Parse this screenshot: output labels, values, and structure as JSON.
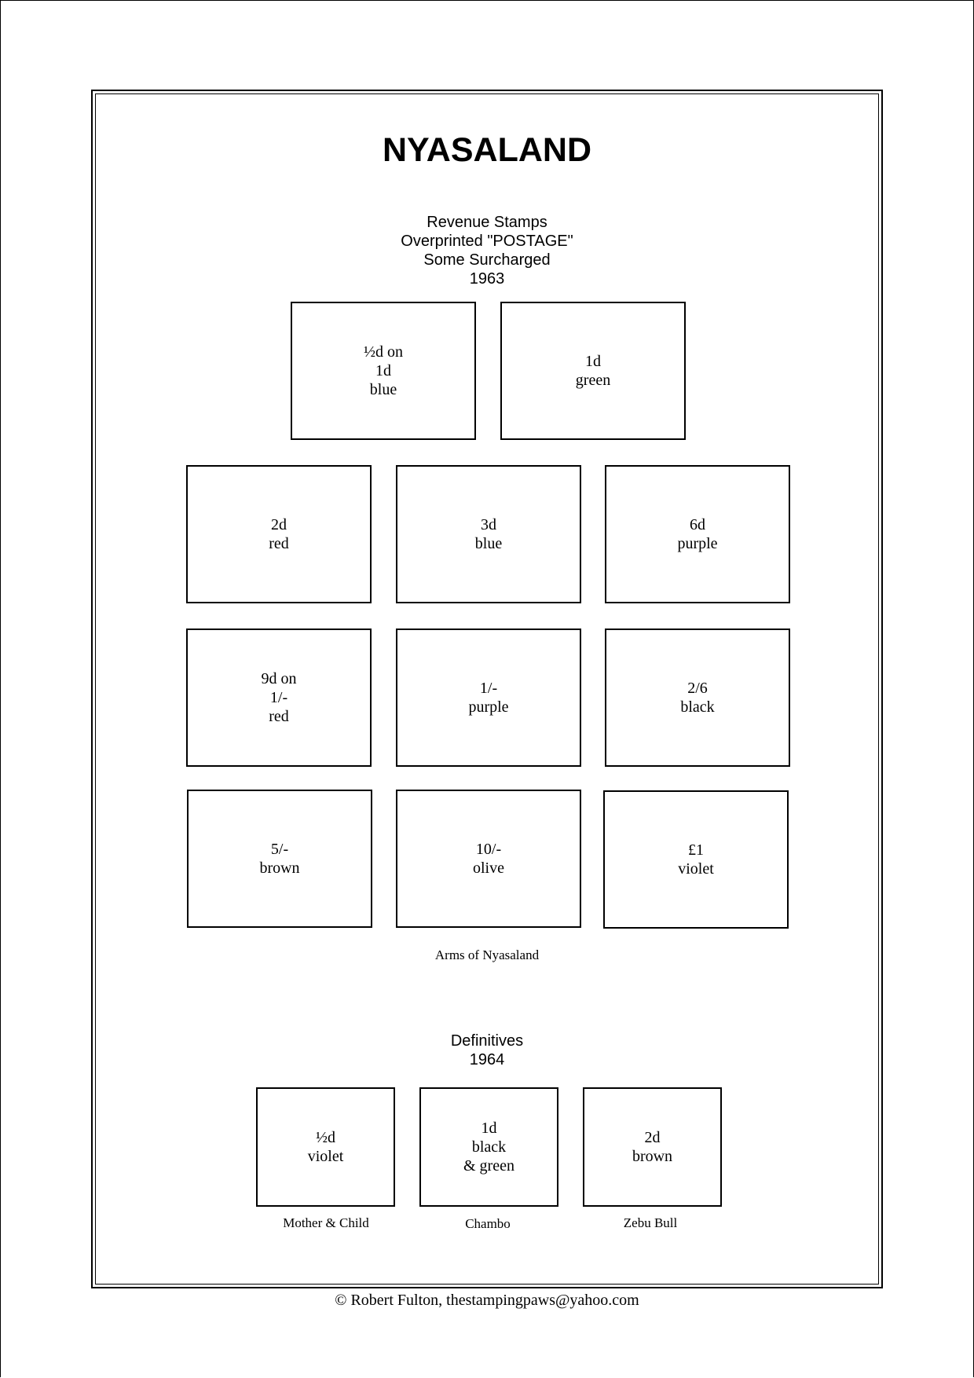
{
  "page": {
    "title": "NYASALAND",
    "footer": "©  Robert Fulton, thestampingpaws@yahoo.com"
  },
  "revenue_section": {
    "heading_lines": [
      "Revenue Stamps",
      "Overprinted \"POSTAGE\"",
      "Some Surcharged",
      "1963"
    ],
    "stamps": [
      {
        "lines": [
          "½d on",
          "1d",
          "blue"
        ]
      },
      {
        "lines": [
          "1d",
          "green"
        ]
      },
      {
        "lines": [
          "2d",
          "red"
        ]
      },
      {
        "lines": [
          "3d",
          "blue"
        ]
      },
      {
        "lines": [
          "6d",
          "purple"
        ]
      },
      {
        "lines": [
          "9d on",
          "1/-",
          "red"
        ]
      },
      {
        "lines": [
          "1/-",
          "purple"
        ]
      },
      {
        "lines": [
          "2/6",
          "black"
        ]
      },
      {
        "lines": [
          "5/-",
          "brown"
        ]
      },
      {
        "lines": [
          "10/-",
          "olive"
        ]
      },
      {
        "lines": [
          "£1",
          "violet"
        ]
      }
    ],
    "caption": "Arms of Nyasaland"
  },
  "definitives_section": {
    "heading_lines": [
      "Definitives",
      "1964"
    ],
    "stamps": [
      {
        "lines": [
          "½d",
          "violet"
        ],
        "caption": "Mother & Child"
      },
      {
        "lines": [
          "1d",
          "black",
          "& green"
        ],
        "caption": "Chambo"
      },
      {
        "lines": [
          "2d",
          "brown"
        ],
        "caption": "Zebu Bull"
      }
    ]
  }
}
